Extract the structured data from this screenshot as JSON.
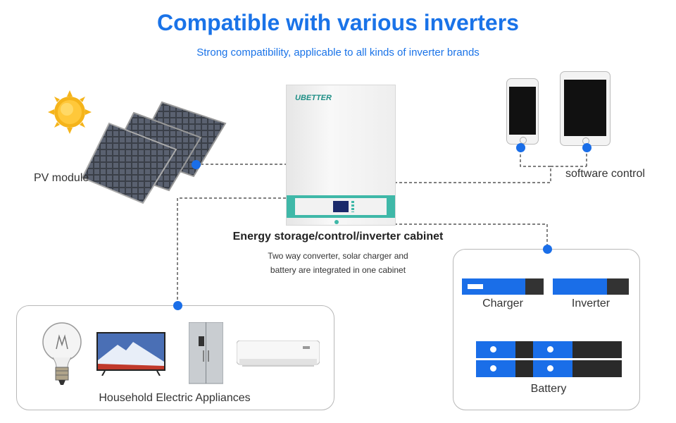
{
  "header": {
    "title": "Compatible with various inverters",
    "subtitle": "Strong compatibility, applicable to all kinds of inverter brands"
  },
  "pv": {
    "label": "PV module"
  },
  "software": {
    "label": "software control"
  },
  "cabinet": {
    "brand": "UBETTER",
    "title": "Energy storage/control/inverter cabinet",
    "description_line1": "Two way converter, solar charger and",
    "description_line2": "battery are integrated in one cabinet"
  },
  "appliances": {
    "label": "Household Electric Appliances"
  },
  "system": {
    "charger_label": "Charger",
    "inverter_label": "Inverter",
    "battery_label": "Battery"
  },
  "colors": {
    "accent": "#1a73e8",
    "dot": "#1a6ee8",
    "dark": "#333333",
    "cabinet_band": "#3fb8a8"
  },
  "icons": [
    "sun-icon",
    "solar-panel-icon",
    "smartphone-icon",
    "tablet-icon",
    "light-bulb-icon",
    "tv-icon",
    "refrigerator-icon",
    "air-conditioner-icon"
  ]
}
